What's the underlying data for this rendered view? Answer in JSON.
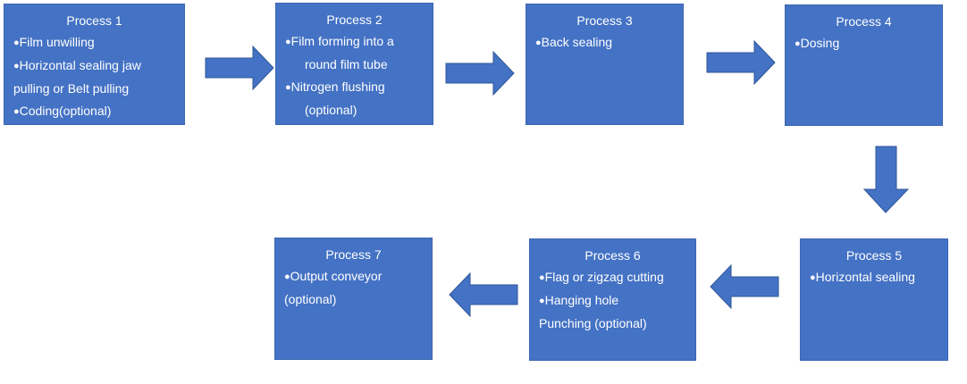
{
  "colors": {
    "box_fill": "#4472c4",
    "arrow_fill": "#4472c4",
    "arrow_stroke": "#2f5597",
    "text": "#ffffff"
  },
  "bullet": "●",
  "processes": [
    {
      "title": "Process 1",
      "items": [
        "Film unwilling",
        "Horizontal sealing jaw pulling or Belt pulling",
        "Coding(optional)"
      ]
    },
    {
      "title": "Process 2",
      "items": [
        "Film forming into a",
        "round film tube",
        "Nitrogen flushing",
        "(optional)"
      ]
    },
    {
      "title": "Process 3",
      "items": [
        "Back sealing"
      ]
    },
    {
      "title": "Process 4",
      "items": [
        "Dosing"
      ]
    },
    {
      "title": "Process 5",
      "items": [
        "Horizontal sealing"
      ]
    },
    {
      "title": "Process 6",
      "items": [
        "Flag or zigzag cutting",
        "Hanging hole",
        "Punching (optional)"
      ]
    },
    {
      "title": "Process 7",
      "items": [
        "Output conveyor",
        "(optional)"
      ]
    }
  ],
  "arrows": [
    {
      "direction": "right",
      "from": "Process 1",
      "to": "Process 2"
    },
    {
      "direction": "right",
      "from": "Process 2",
      "to": "Process 3"
    },
    {
      "direction": "right",
      "from": "Process 3",
      "to": "Process 4"
    },
    {
      "direction": "down",
      "from": "Process 4",
      "to": "Process 5"
    },
    {
      "direction": "left",
      "from": "Process 5",
      "to": "Process 6"
    },
    {
      "direction": "left",
      "from": "Process 6",
      "to": "Process 7"
    }
  ]
}
